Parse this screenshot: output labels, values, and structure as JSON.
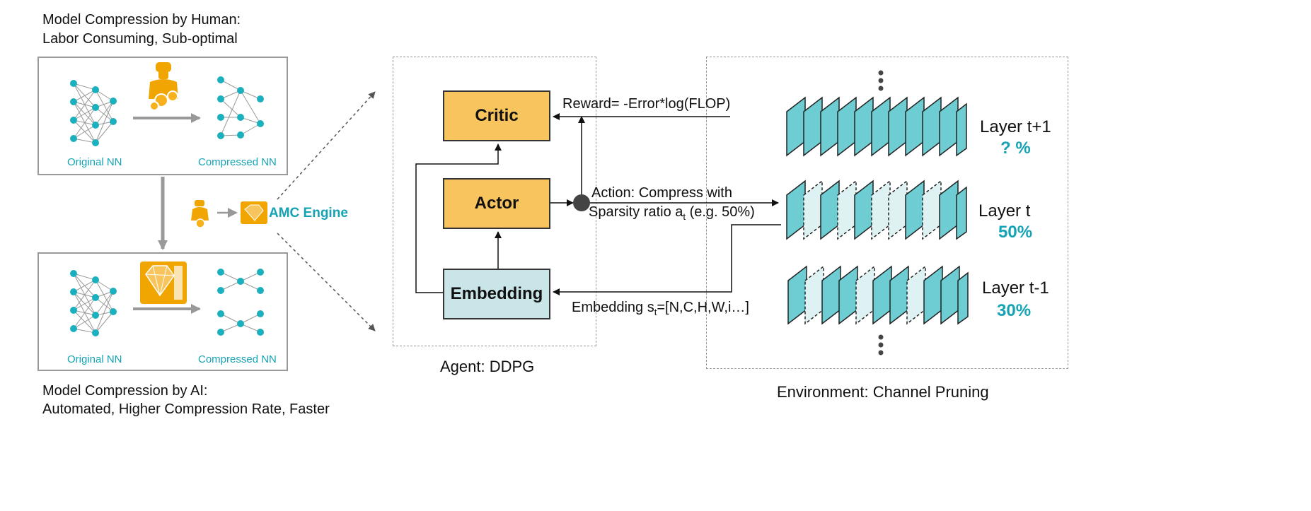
{
  "human_title_line1": "Model Compression by Human:",
  "human_title_line2": "Labor Consuming, Sub-optimal",
  "ai_title_line1": "Model Compression by AI:",
  "ai_title_line2": "Automated, Higher Compression Rate, Faster",
  "top_panel": {
    "original_caption": "Original NN",
    "compressed_caption": "Compressed NN"
  },
  "bottom_panel": {
    "original_caption": "Original NN",
    "compressed_caption": "Compressed NN"
  },
  "amc_engine_label": "AMC Engine",
  "agent": {
    "caption": "Agent: DDPG",
    "critic": "Critic",
    "actor": "Actor",
    "embedding": "Embedding"
  },
  "reward_label": "Reward= -Error*log(FLOP)",
  "action_label_line1": "Action: Compress with",
  "action_label_line2_prefix": "Sparsity ratio a",
  "action_label_line2_sub": "t",
  "action_label_line2_suffix": " (e.g. 50%)",
  "embedding_label_prefix": "Embedding s",
  "embedding_label_sub": "t",
  "embedding_label_suffix": "=[N,C,H,W,i…]",
  "environment": {
    "caption": "Environment: Channel Pruning",
    "layers": [
      {
        "name": "Layer t+1",
        "percent": "? %"
      },
      {
        "name": "Layer t",
        "percent": "50%"
      },
      {
        "name": "Layer t-1",
        "percent": "30%"
      }
    ]
  },
  "colors": {
    "teal": "#15a3b3",
    "orange": "#f7c45e",
    "embedding_fill": "#c9e5e8",
    "plane": "#6ecdd3",
    "plane_pruned": "#dff2f3"
  }
}
